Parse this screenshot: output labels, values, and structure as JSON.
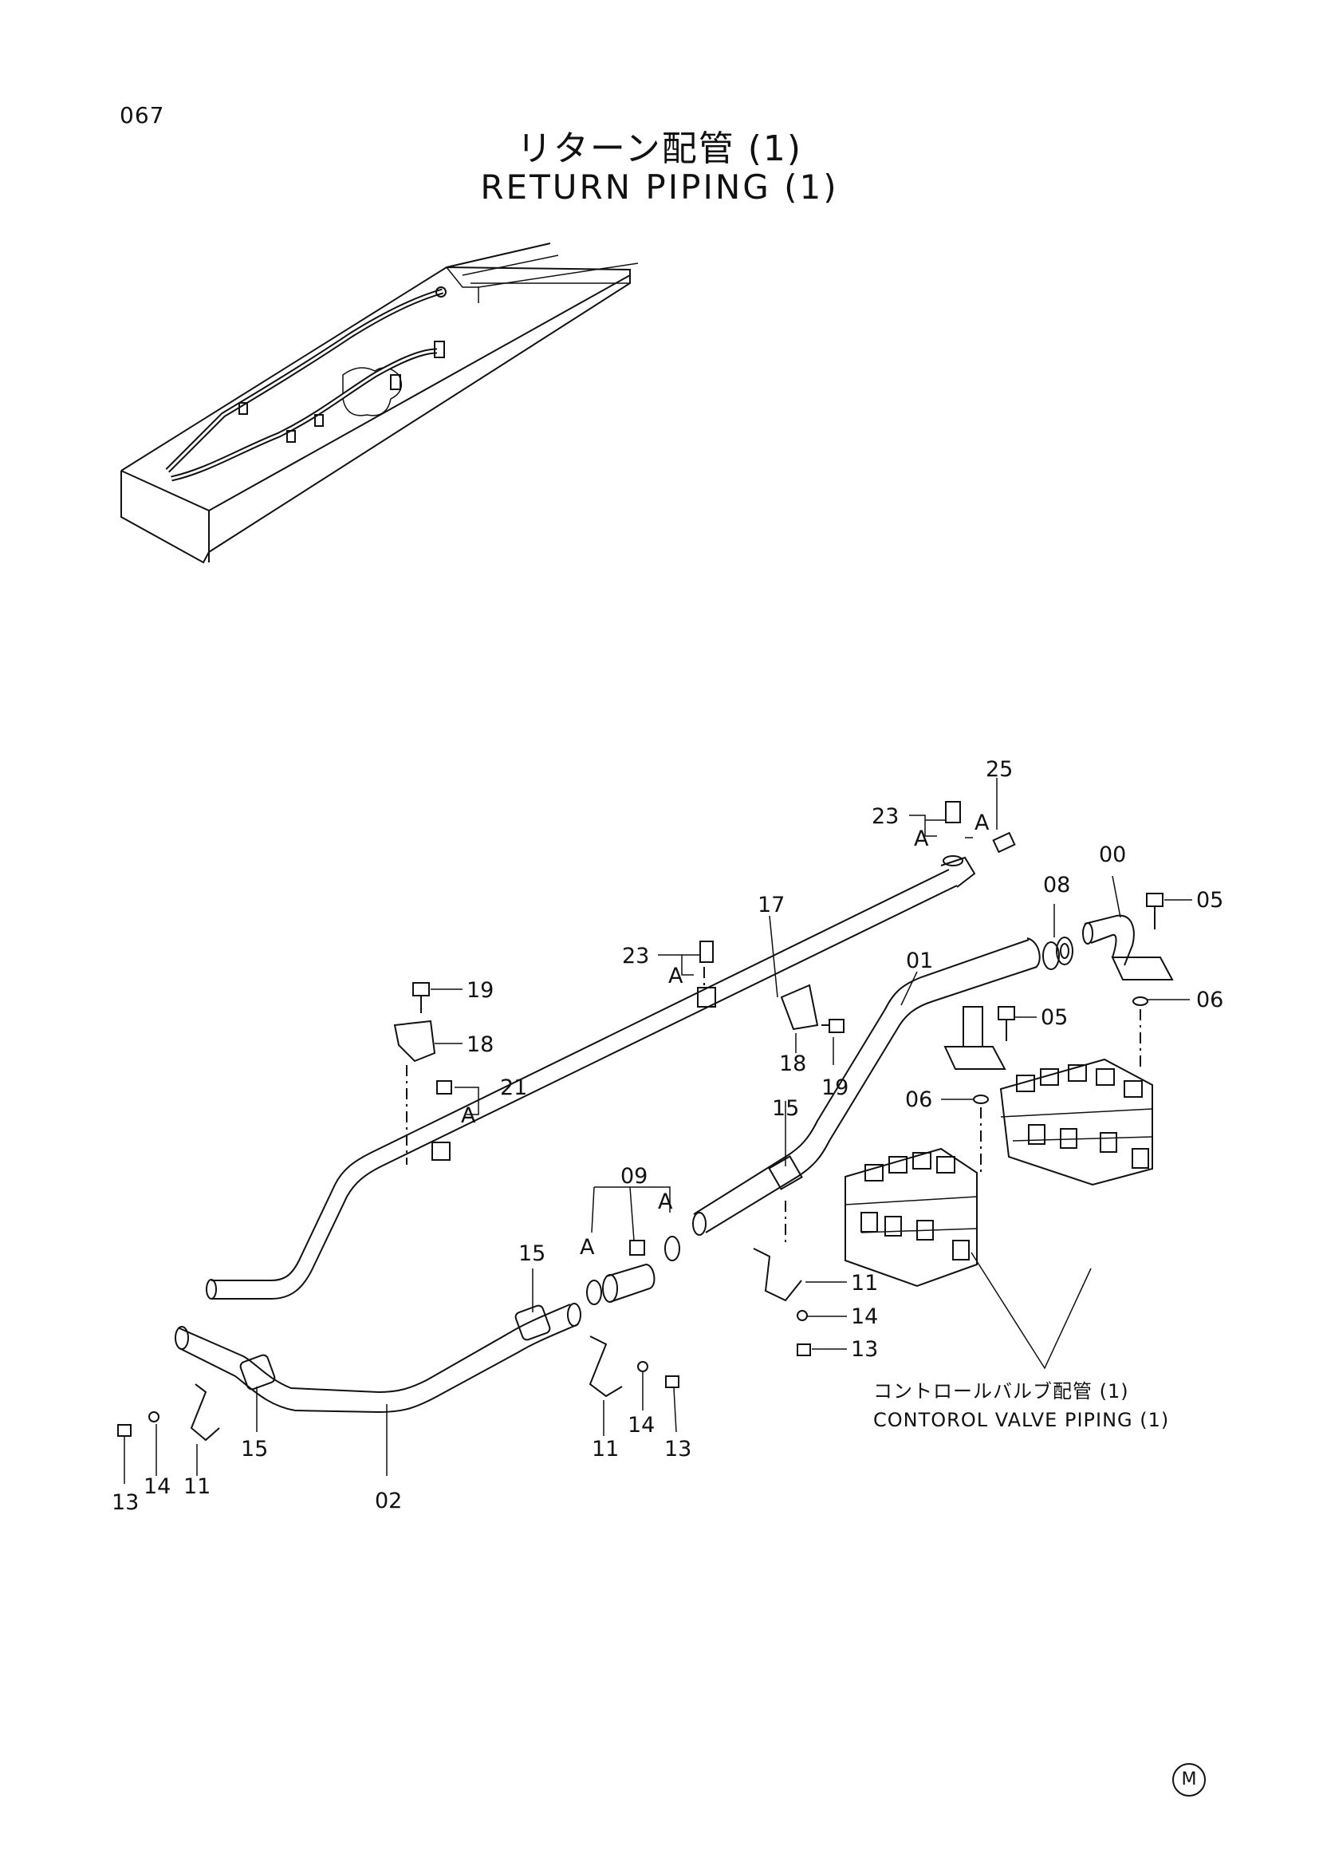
{
  "header": {
    "page_number": "067",
    "title_jp": "リターン配管 (1)",
    "title_en": "RETURN PIPING (1)"
  },
  "callouts": {
    "c25": "25",
    "c23a": "23",
    "c23b": "23",
    "cA1": "A",
    "cA2": "A",
    "cA3": "A",
    "cA4": "A",
    "cA5": "A",
    "cA6": "A",
    "c00": "00",
    "c08": "08",
    "c05a": "05",
    "c05b": "05",
    "c06a": "06",
    "c06b": "06",
    "c17": "17",
    "c01": "01",
    "c19a": "19",
    "c19b": "19",
    "c18a": "18",
    "c18b": "18",
    "c21": "21",
    "c15a": "15",
    "c15b": "15",
    "c15c": "15",
    "c09": "09",
    "c11a": "11",
    "c11b": "11",
    "c11c": "11",
    "c14a": "14",
    "c14b": "14",
    "c14c": "14",
    "c13a": "13",
    "c13b": "13",
    "c13c": "13",
    "c02": "02"
  },
  "note": {
    "jp": "コントロールバルブ配管 (1)",
    "en": "CONTOROL VALVE PIPING (1)"
  },
  "footer": {
    "mark": "M"
  }
}
